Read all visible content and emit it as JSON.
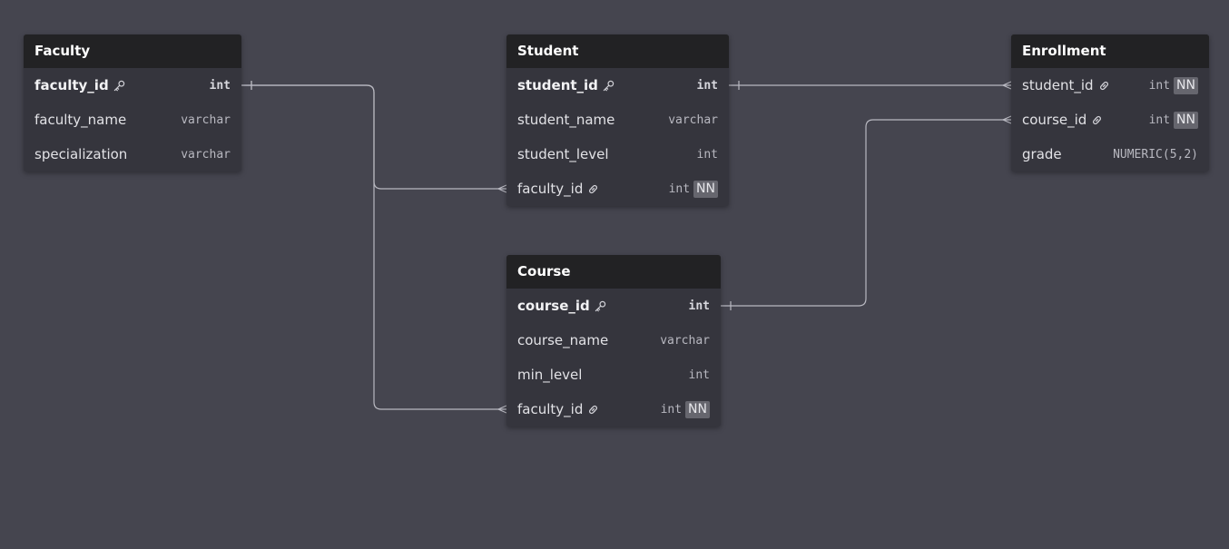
{
  "diagram": {
    "background": "#45454f",
    "header_color": "#222224",
    "body_color": "#35353d",
    "link_color": "#b9b9c1"
  },
  "tables": [
    {
      "name": "Faculty",
      "columns": [
        {
          "name": "faculty_id",
          "type": "int",
          "pk": true,
          "fk": false,
          "nn": false
        },
        {
          "name": "faculty_name",
          "type": "varchar",
          "pk": false,
          "fk": false,
          "nn": false
        },
        {
          "name": "specialization",
          "type": "varchar",
          "pk": false,
          "fk": false,
          "nn": false
        }
      ]
    },
    {
      "name": "Student",
      "columns": [
        {
          "name": "student_id",
          "type": "int",
          "pk": true,
          "fk": false,
          "nn": false
        },
        {
          "name": "student_name",
          "type": "varchar",
          "pk": false,
          "fk": false,
          "nn": false
        },
        {
          "name": "student_level",
          "type": "int",
          "pk": false,
          "fk": false,
          "nn": false
        },
        {
          "name": "faculty_id",
          "type": "int",
          "pk": false,
          "fk": true,
          "nn": true
        }
      ]
    },
    {
      "name": "Enrollment",
      "columns": [
        {
          "name": "student_id",
          "type": "int",
          "pk": false,
          "fk": true,
          "nn": true
        },
        {
          "name": "course_id",
          "type": "int",
          "pk": false,
          "fk": true,
          "nn": true
        },
        {
          "name": "grade",
          "type": "NUMERIC(5,2)",
          "pk": false,
          "fk": false,
          "nn": false
        }
      ]
    },
    {
      "name": "Course",
      "columns": [
        {
          "name": "course_id",
          "type": "int",
          "pk": true,
          "fk": false,
          "nn": false
        },
        {
          "name": "course_name",
          "type": "varchar",
          "pk": false,
          "fk": false,
          "nn": false
        },
        {
          "name": "min_level",
          "type": "int",
          "pk": false,
          "fk": false,
          "nn": false
        },
        {
          "name": "faculty_id",
          "type": "int",
          "pk": false,
          "fk": true,
          "nn": true
        }
      ]
    }
  ],
  "nn_label": "NN",
  "relationships": [
    {
      "from_table": "Faculty",
      "from_column": "faculty_id",
      "to_table": "Student",
      "to_column": "faculty_id",
      "cardinality": "one-to-many"
    },
    {
      "from_table": "Faculty",
      "from_column": "faculty_id",
      "to_table": "Course",
      "to_column": "faculty_id",
      "cardinality": "one-to-many"
    },
    {
      "from_table": "Student",
      "from_column": "student_id",
      "to_table": "Enrollment",
      "to_column": "student_id",
      "cardinality": "one-to-many"
    },
    {
      "from_table": "Course",
      "from_column": "course_id",
      "to_table": "Enrollment",
      "to_column": "course_id",
      "cardinality": "one-to-many"
    }
  ],
  "icons": {
    "primary_key": "key-icon",
    "foreign_key": "link-icon"
  }
}
